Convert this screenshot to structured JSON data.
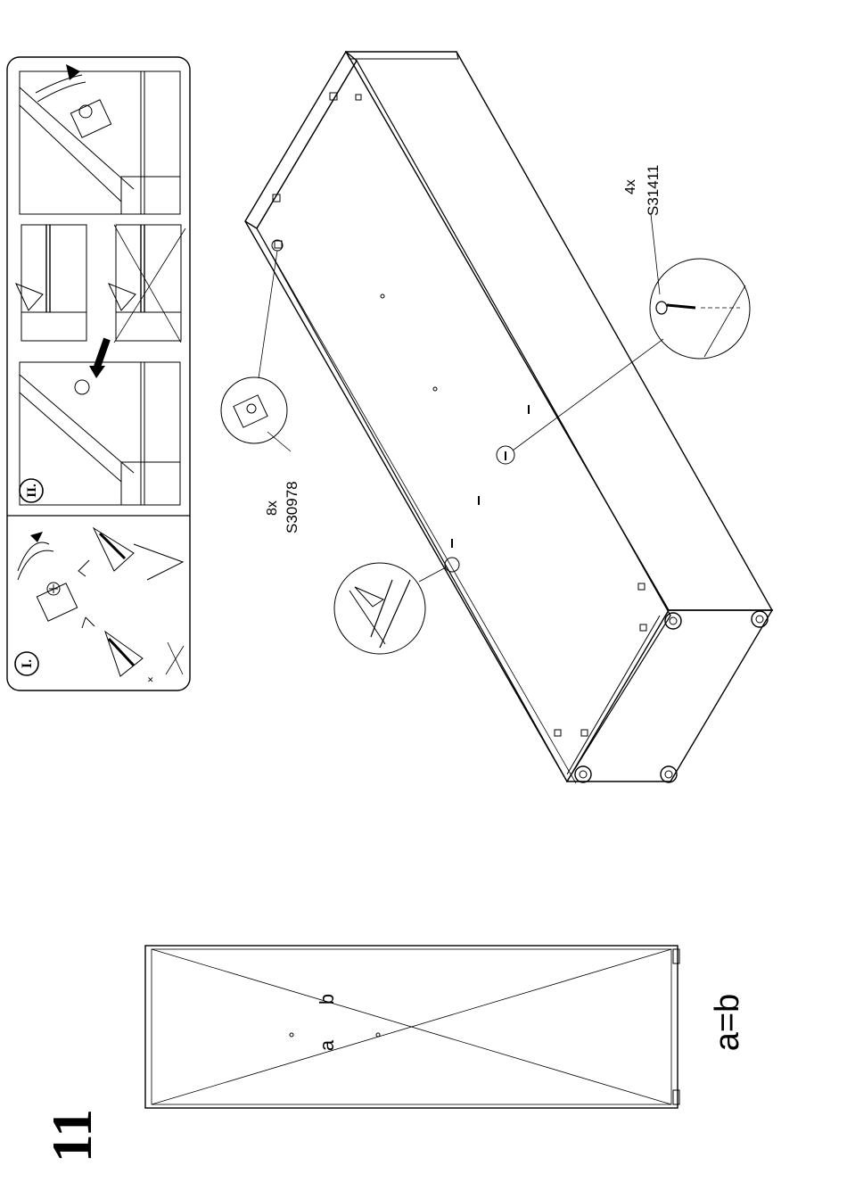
{
  "page": {
    "step_number": "11"
  },
  "detail_panel": {
    "substep_1": "I.",
    "substep_2": "II."
  },
  "callouts": {
    "cam_fitting": {
      "quantity": "8x",
      "part_code": "S30978"
    },
    "screw": {
      "quantity": "4x",
      "part_code": "S31411"
    }
  },
  "diagonal_check": {
    "label_a": "a",
    "label_b": "b",
    "equation": "a=b"
  }
}
